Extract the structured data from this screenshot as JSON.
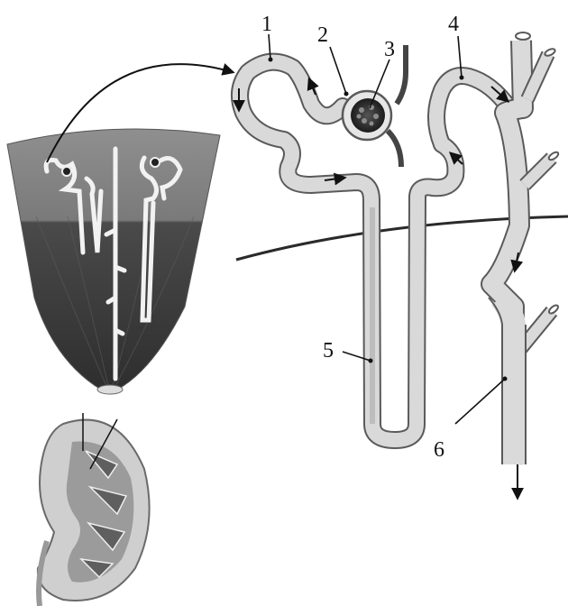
{
  "labels": {
    "l1": "1",
    "l2": "2",
    "l3": "3",
    "l4": "4",
    "l5": "5",
    "l6": "6"
  },
  "colors": {
    "tube_fill": "#d9d9d9",
    "tube_stroke": "#5a5a5a",
    "cortex": "#8c8c8c",
    "medulla": "#3e3e3e",
    "glomerulus": "#2f2f2f",
    "line": "#222222"
  }
}
